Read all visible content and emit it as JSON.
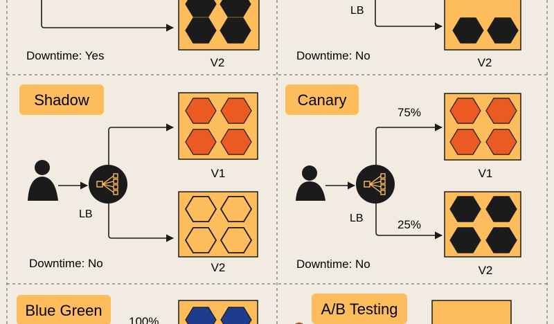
{
  "sections": {
    "top_left": {
      "downtime": "Downtime: Yes",
      "version": "V2"
    },
    "top_right": {
      "lb": "LB",
      "downtime": "Downtime: No",
      "version": "V2"
    },
    "shadow": {
      "title": "Shadow",
      "lb": "LB",
      "v1": "V1",
      "v2": "V2",
      "downtime": "Downtime: No"
    },
    "canary": {
      "title": "Canary",
      "lb": "LB",
      "pct_top": "75%",
      "pct_bottom": "25%",
      "v1": "V1",
      "v2": "V2",
      "downtime": "Downtime: No"
    },
    "blue_green": {
      "title": "Blue Green",
      "pct": "100%"
    },
    "ab_testing": {
      "title": "A/B Testing"
    }
  },
  "colors": {
    "background": "#f1ebe2",
    "box_fill": "#fdbd5d",
    "hex_orange": "#ec5a24",
    "hex_black": "#1b1b1b",
    "hex_blue": "#1e3c8c",
    "label_bg": "#fdbd5d",
    "divider": "#8a8a8a"
  },
  "icons": [
    "user-icon",
    "load-balancer-icon",
    "hexagon-icon"
  ]
}
